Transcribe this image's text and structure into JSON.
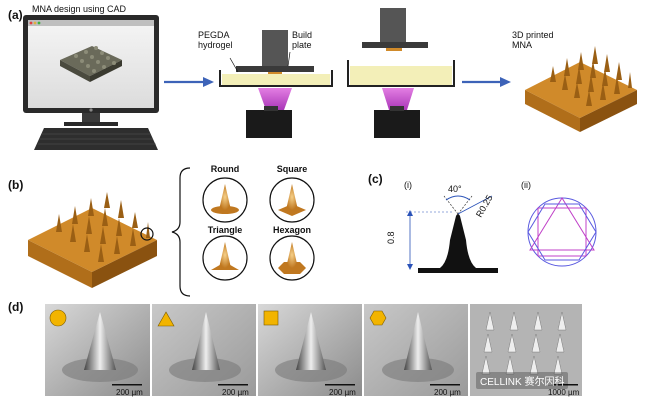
{
  "figure": {
    "panel_a": {
      "label": "(a)",
      "cad_caption": "MNA design using CAD",
      "hydrogel_label": "PEGDA hydrogel",
      "build_plate_label": "Build plate",
      "printed_label": "3D printed MNA"
    },
    "panel_b": {
      "label": "(b)",
      "shapes": [
        "Round",
        "Square",
        "Triangle",
        "Hexagon"
      ]
    },
    "panel_c": {
      "label": "(c)",
      "sub_i": "(i)",
      "sub_ii": "(ii)",
      "angle": "40°",
      "radius": "R0.25",
      "height": "0.8"
    },
    "panel_d": {
      "label": "(d)",
      "scale_bars": [
        "200 µm",
        "200 µm",
        "200 µm",
        "200 µm",
        "1000 µm"
      ]
    },
    "watermark": "CELLINK 赛尔因科"
  },
  "colors": {
    "arrow": "#3d63b8",
    "orange": "#d08a2a",
    "orange_dark": "#9a5f14",
    "magenta": "#c040c8",
    "hydrogel": "#f3efb8",
    "sem_icon": "#f2b400"
  }
}
